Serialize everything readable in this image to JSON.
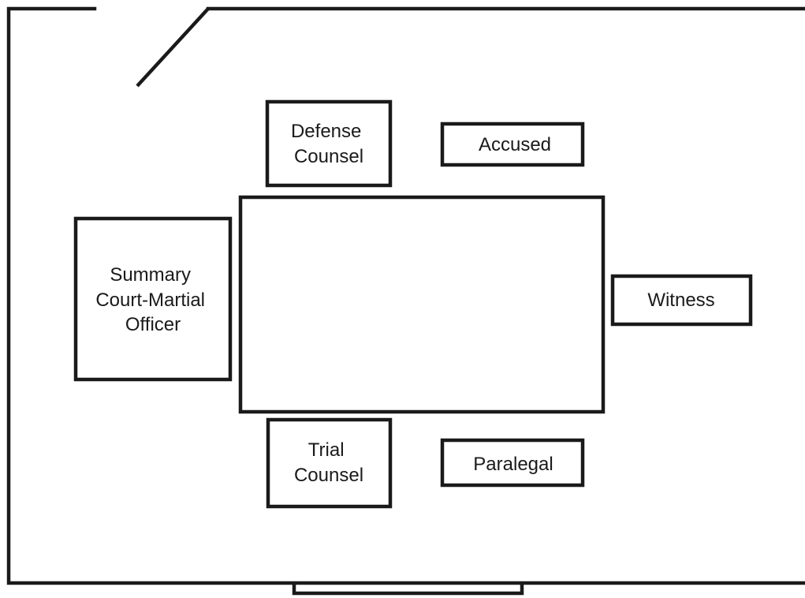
{
  "stations": {
    "defense_counsel": {
      "lines": [
        "Defense",
        "Counsel"
      ]
    },
    "accused": {
      "lines": [
        "Accused"
      ]
    },
    "summary_court_martial_officer": {
      "lines": [
        "Summary",
        "Court-Martial",
        "Officer"
      ]
    },
    "witness": {
      "lines": [
        "Witness"
      ]
    },
    "trial_counsel": {
      "lines": [
        "Trial",
        "Counsel"
      ]
    },
    "paralegal": {
      "lines": [
        "Paralegal"
      ]
    }
  }
}
